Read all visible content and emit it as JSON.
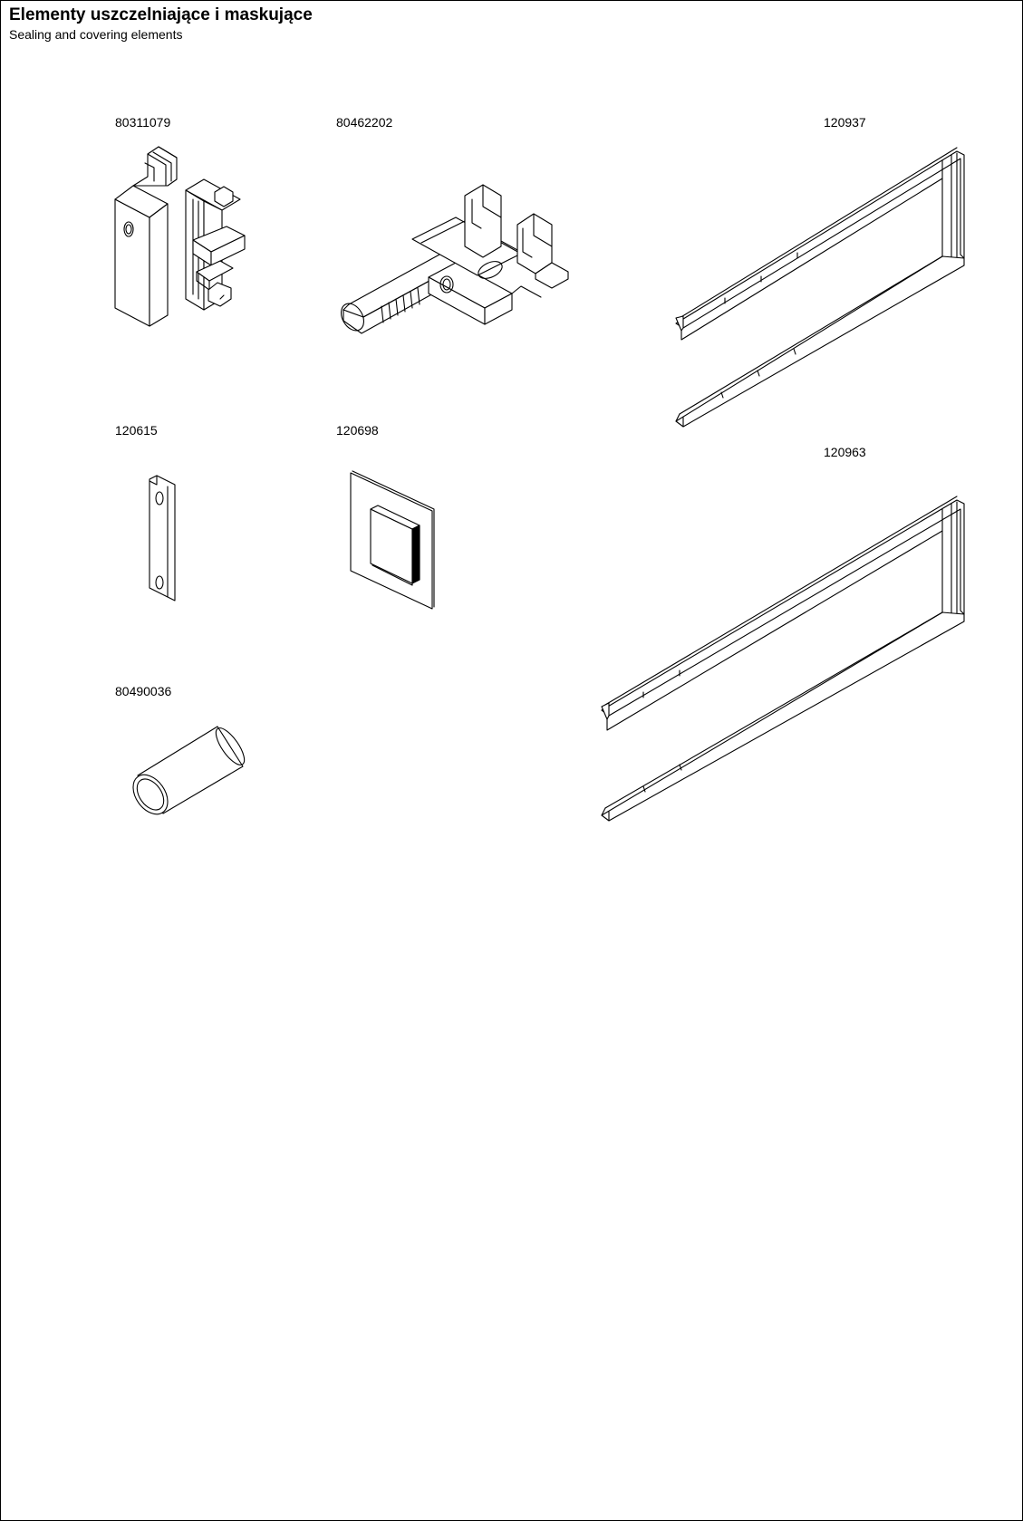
{
  "header": {
    "title": "Elementy uszczelniające i maskujące",
    "subtitle": "Sealing and covering elements"
  },
  "parts": [
    {
      "code": "80311079",
      "icon": "cover-clip-icon"
    },
    {
      "code": "80462202",
      "icon": "cable-channel-seal-icon"
    },
    {
      "code": "120937",
      "icon": "sealing-frame-strips-icon"
    },
    {
      "code": "120615",
      "icon": "flat-strip-icon"
    },
    {
      "code": "120698",
      "icon": "adhesive-pad-icon"
    },
    {
      "code": "120963",
      "icon": "sealing-frame-strips-large-icon"
    },
    {
      "code": "80490036",
      "icon": "tube-sleeve-icon"
    }
  ]
}
